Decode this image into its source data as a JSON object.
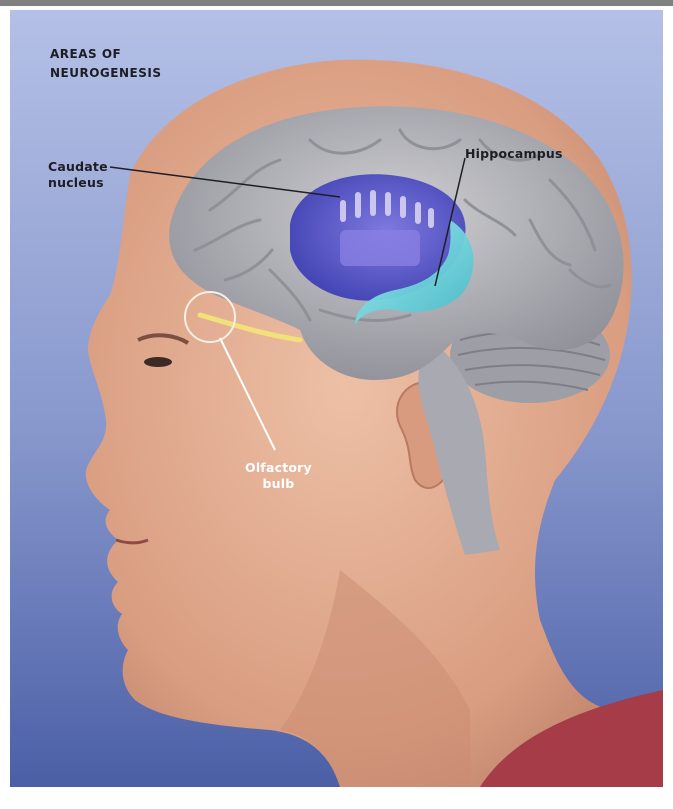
{
  "figure": {
    "title_line1": "AREAS OF",
    "title_line2": "NEUROGENESIS"
  },
  "labels": {
    "caudate_line1": "Caudate",
    "caudate_line2": "nucleus",
    "hippocampus": "Hippocampus",
    "olfactory_line1": "Olfactory",
    "olfactory_line2": "bulb"
  },
  "colors": {
    "background_top": "#aab7df",
    "background_bottom": "#4f63a8",
    "skin": "#e2a98d",
    "brain": "#b8b8bc",
    "caudate": "#4f4fc8",
    "hippocampus": "#7ee0e4",
    "olfactory": "#f2e17a",
    "shirt": "#a83c47"
  }
}
